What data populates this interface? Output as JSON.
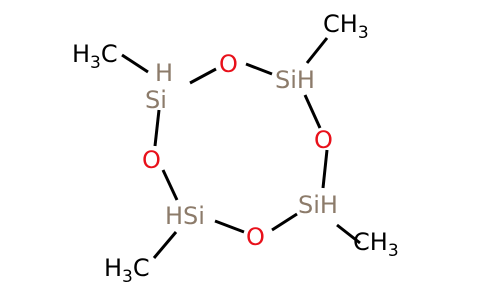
{
  "molecule": {
    "colors": {
      "silicon": "#8c7b6a",
      "oxygen": "#e8101a",
      "carbon": "#000000",
      "bond": "#000000"
    },
    "atoms": {
      "si_top_left": {
        "element": "Si",
        "hydrogen": "H",
        "text": "Si",
        "h_text": "H",
        "h_position": "above"
      },
      "si_top_right": {
        "element": "Si",
        "hydrogen": "H",
        "text": "Si",
        "h_text": "H",
        "h_position": "right"
      },
      "si_bottom_right": {
        "element": "Si",
        "hydrogen": "H",
        "text": "Si",
        "h_text": "H",
        "h_position": "right"
      },
      "si_bottom_left": {
        "element": "Si",
        "hydrogen": "H",
        "text": "Si",
        "h_text": "H",
        "h_position": "left"
      },
      "o_top": {
        "element": "O",
        "text": "O"
      },
      "o_right": {
        "element": "O",
        "text": "O"
      },
      "o_bottom": {
        "element": "O",
        "text": "O"
      },
      "o_left": {
        "element": "O",
        "text": "O"
      },
      "ch3_top_left": {
        "element": "C",
        "text": "H",
        "sub": "3",
        "text2": "C"
      },
      "ch3_top_right": {
        "element": "C",
        "text": "CH",
        "sub": "3"
      },
      "ch3_bottom_right": {
        "element": "C",
        "text": "CH",
        "sub": "3"
      },
      "ch3_bottom_left": {
        "element": "C",
        "text": "H",
        "sub": "3",
        "text2": "C"
      }
    }
  }
}
